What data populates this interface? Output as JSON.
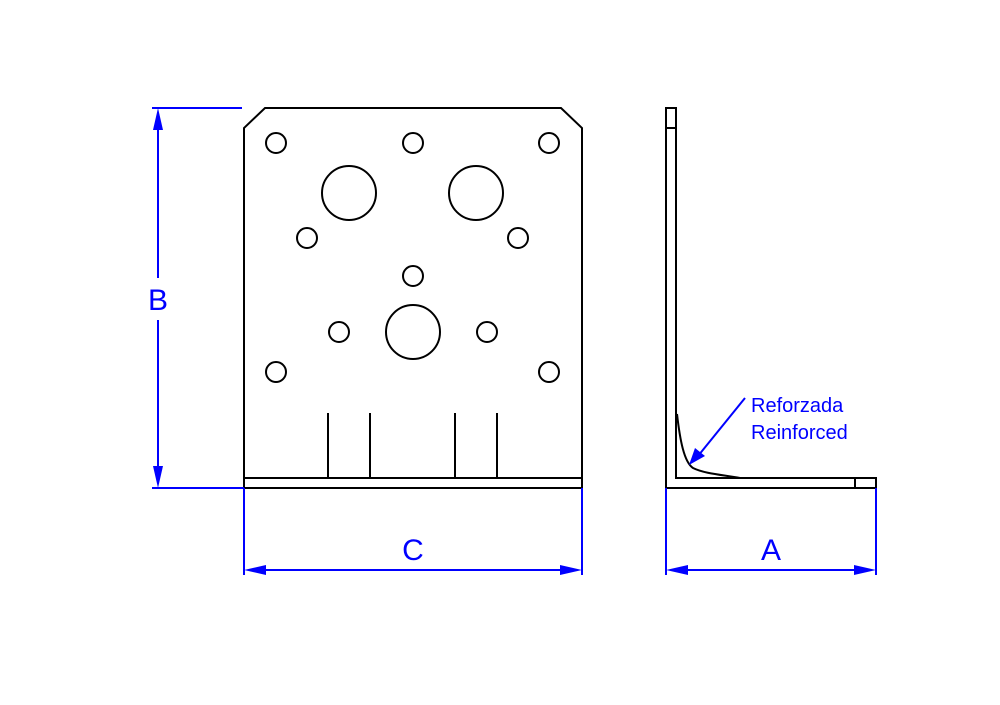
{
  "drawing": {
    "title": "Angle bracket technical drawing",
    "colors": {
      "outline": "#000000",
      "dimension": "#0000ff",
      "background": "#ffffff"
    },
    "front_view": {
      "holes_small_count": 10,
      "holes_large_count": 3,
      "ribs_count": 4
    },
    "side_view": {
      "annotation": {
        "line1": "Reforzada",
        "line2": "Reinforced"
      }
    },
    "dimensions": {
      "height_label": "B",
      "width_label": "C",
      "leg_label": "A"
    }
  }
}
